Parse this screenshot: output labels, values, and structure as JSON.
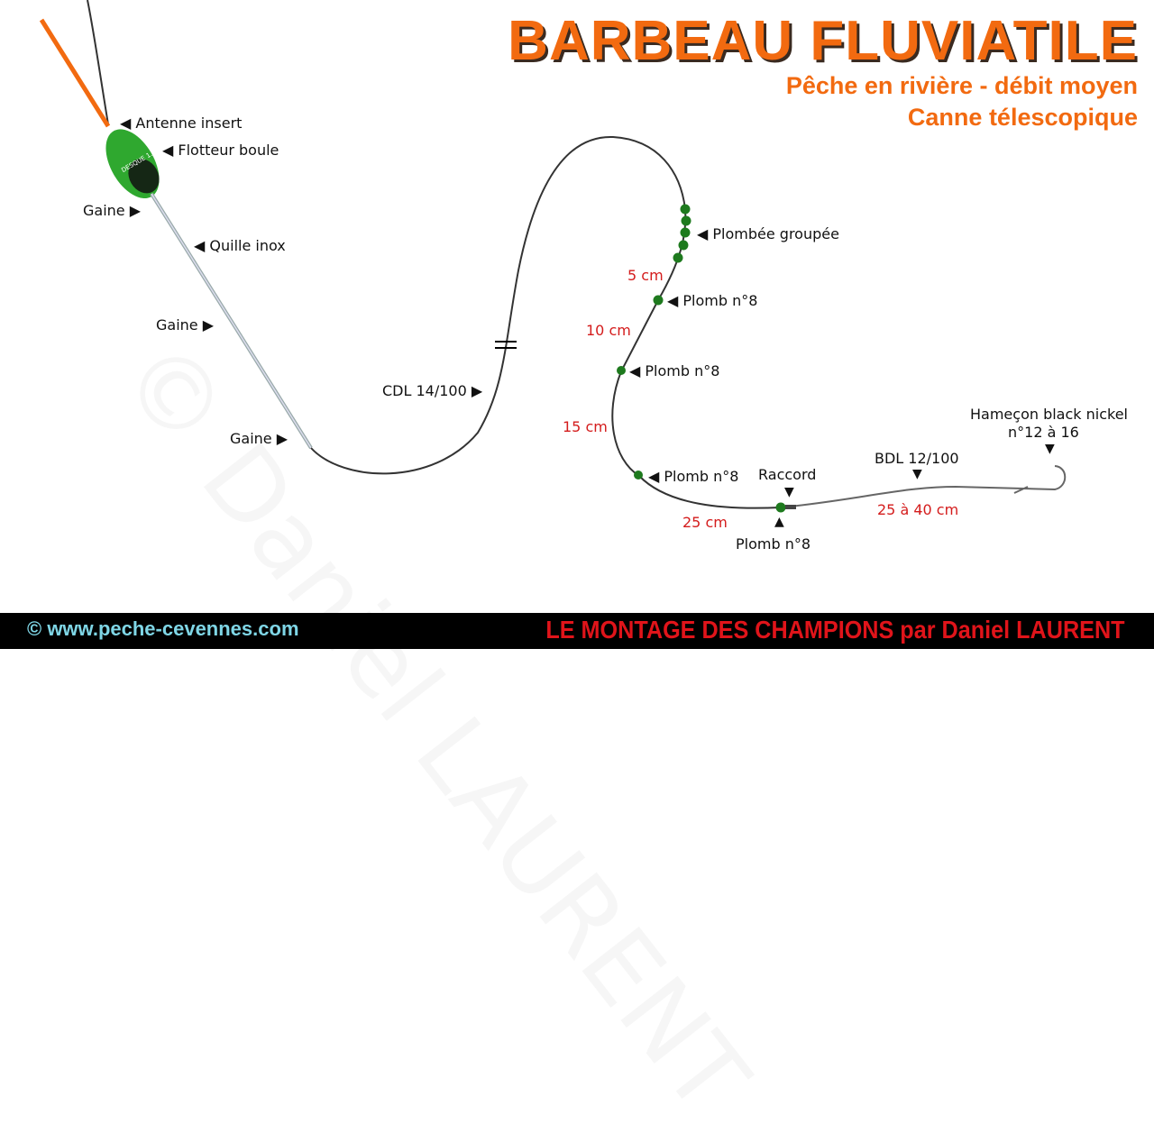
{
  "title": "BARBEAU FLUVIATILE",
  "subtitle1": "Pêche en rivière - débit moyen",
  "subtitle2": "Canne télescopique",
  "watermark": "© Daniel LAURENT",
  "float_brand": "DESQUE 1.5",
  "labels": {
    "antenne": "Antenne insert",
    "flotteur": "Flotteur boule",
    "gaine": "Gaine",
    "quille": "Quille inox",
    "cdl": "CDL 14/100",
    "plombee": "Plombée groupée",
    "plomb": "Plomb n°8",
    "raccord": "Raccord",
    "bdl": "BDL 12/100",
    "hamecon1": "Hameçon black nickel",
    "hamecon2": "n°12 à 16"
  },
  "distances": {
    "d1": "5 cm",
    "d2": "10 cm",
    "d3": "15 cm",
    "d4": "25 cm",
    "d5": "25 à 40 cm"
  },
  "footer": {
    "site": "© www.peche-cevennes.com",
    "slogan": "LE MONTAGE DES CHAMPIONS par Daniel LAURENT"
  },
  "colors": {
    "orange": "#f26a10",
    "red": "#d41c1c",
    "green": "#2e9a2e"
  }
}
